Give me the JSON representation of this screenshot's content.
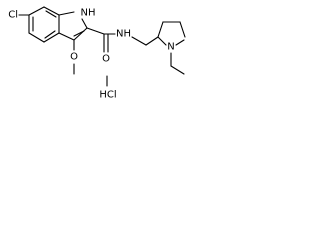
{
  "structure": {
    "atoms": {
      "chloro": "Cl",
      "indole_nh": "NH",
      "methoxy_o": "O",
      "amide_o": "O",
      "amide_nh": "NH",
      "pyrrolidine_n": "N",
      "hydrochloride": "HCl"
    }
  }
}
